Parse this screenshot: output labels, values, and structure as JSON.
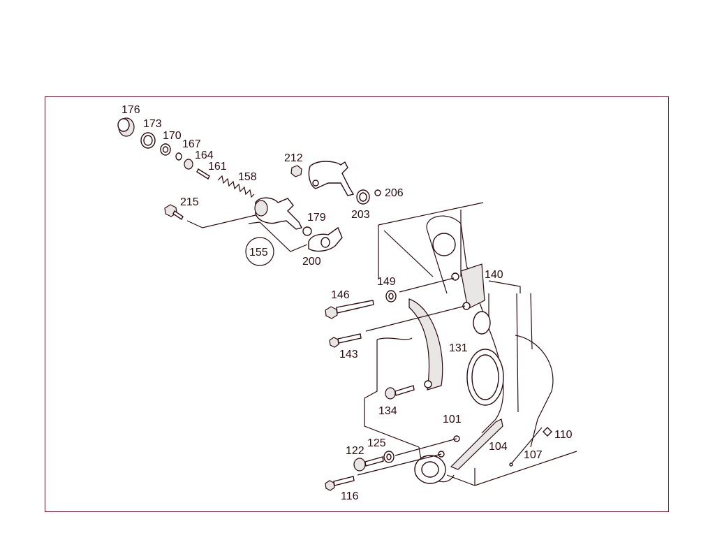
{
  "frame_color": "#6b1a2a",
  "ink_color": "#2a0a10",
  "callouts": {
    "p176": "176",
    "p173": "173",
    "p170": "170",
    "p167": "167",
    "p164": "164",
    "p161": "161",
    "p158": "158",
    "p212": "212",
    "p206": "206",
    "p203": "203",
    "p215": "215",
    "p179": "179",
    "p155": "155",
    "p200": "200",
    "p140": "140",
    "p149": "149",
    "p146": "146",
    "p131": "131",
    "p143": "143",
    "p134": "134",
    "p101": "101",
    "p110": "110",
    "p104": "104",
    "p125": "125",
    "p122": "122",
    "p107": "107",
    "p116": "116"
  }
}
